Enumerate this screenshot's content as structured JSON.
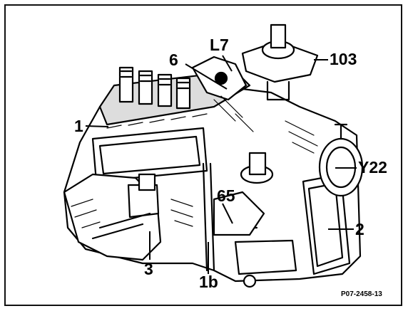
{
  "callouts": {
    "l7": "L7",
    "six": "6",
    "one": "1",
    "one_hundred_three": "103",
    "y22": "Y22",
    "sixty_five": "65",
    "two": "2",
    "three": "3",
    "one_b": "1b"
  },
  "figure_ref": "P07-2458-13",
  "colors": {
    "ink": "#000000",
    "paper": "#ffffff",
    "shade": "#1a1a1a"
  }
}
